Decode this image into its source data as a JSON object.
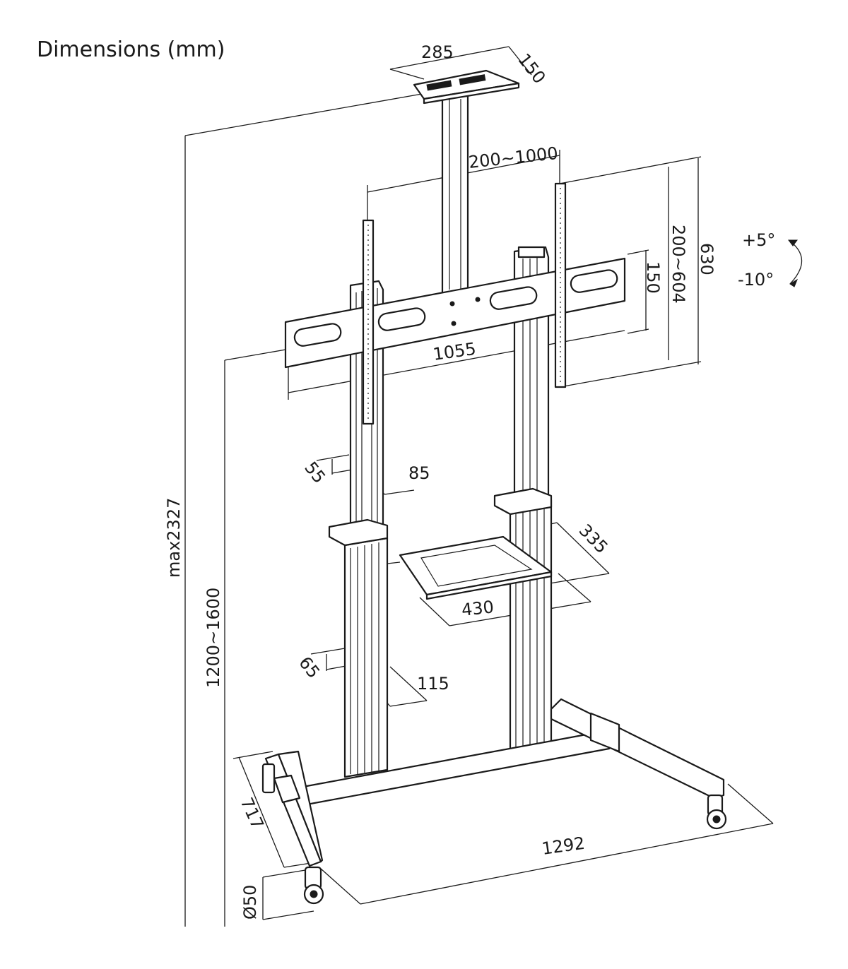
{
  "title": "Dimensions (mm)",
  "dimensions": {
    "top_plate_width": "285",
    "top_plate_depth": "150",
    "vesa_horizontal": "200~1000",
    "bracket_height": "630",
    "vesa_vertical": "200~604",
    "bracket_plate_height": "150",
    "bracket_width": "1055",
    "upper_column_depth": "55",
    "upper_column_width": "85",
    "shelf_depth": "335",
    "shelf_width": "430",
    "lower_column_depth": "65",
    "lower_column_width": "115",
    "max_height": "max2327",
    "height_range": "1200~1600",
    "base_depth": "717",
    "base_width": "1292",
    "caster_diameter": "Ø50"
  },
  "tilt": {
    "up": "+5°",
    "down": "-10°"
  }
}
